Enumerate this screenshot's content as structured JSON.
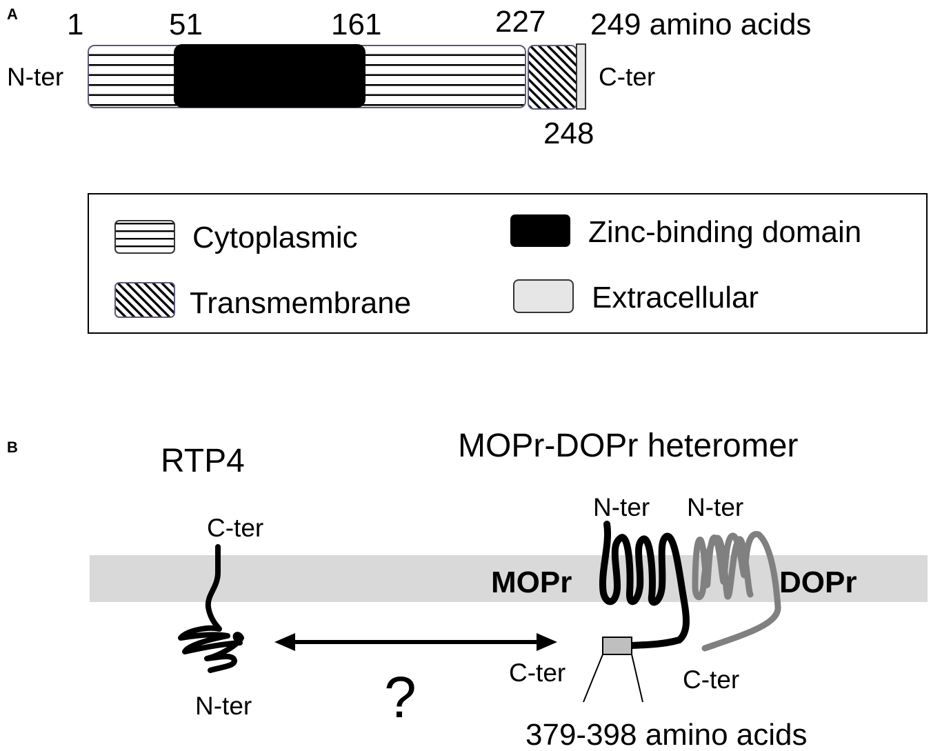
{
  "panel_a": {
    "label": "A",
    "positions": {
      "p1": "1",
      "p51": "51",
      "p161": "161",
      "p227": "227",
      "p248": "248"
    },
    "total_length": "249 amino acids",
    "n_terminus": "N-ter",
    "c_terminus": "C-ter",
    "legend": {
      "cytoplasmic": "Cytoplasmic",
      "zinc_binding": "Zinc-binding domain",
      "transmembrane": "Transmembrane",
      "extracellular": "Extracellular"
    }
  },
  "panel_b": {
    "label": "B",
    "rtp4_title": "RTP4",
    "heteromer_title": "MOPr-DOPr heteromer",
    "rtp4_c_ter": "C-ter",
    "rtp4_n_ter": "N-ter",
    "question_mark": "?",
    "mopr_label": "MOPr",
    "dopr_label": "DOPr",
    "mopr_n_ter": "N-ter",
    "dopr_n_ter": "N-ter",
    "mopr_c_ter": "C-ter",
    "dopr_c_ter": "C-ter",
    "region_label": "379-398 amino acids"
  },
  "colors": {
    "zinc_domain": "#000000",
    "membrane": "#d9d9d9",
    "mopr_strand": "#000000",
    "dopr_strand": "#808080",
    "extracellular_fill": "#e6e6e6",
    "region_box": "#bfbfbf"
  }
}
